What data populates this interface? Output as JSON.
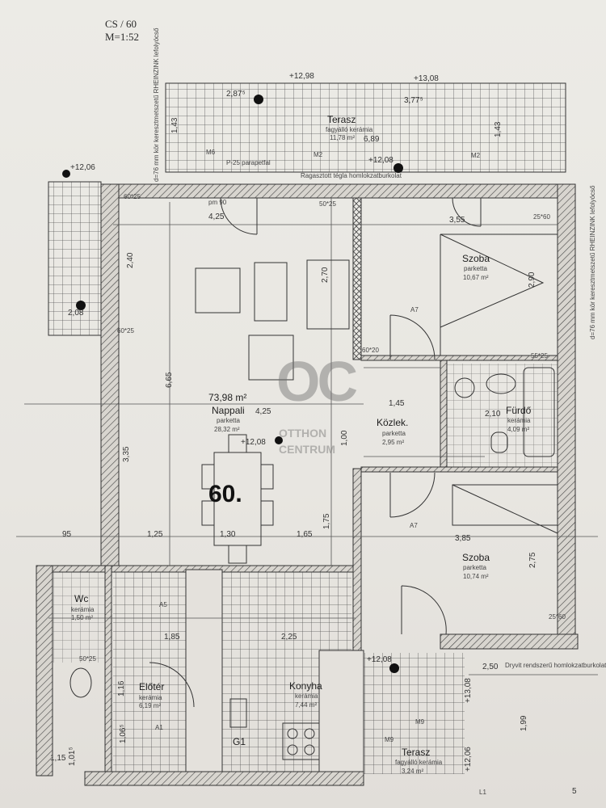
{
  "header": {
    "sheet": "CS / 60",
    "scale": "M=1:52"
  },
  "apartment": {
    "number": "60.",
    "total_area": "73,98 m²"
  },
  "watermark": {
    "logo": "OC",
    "line1": "OTTHON",
    "line2": "CENTRUM"
  },
  "rooms": [
    {
      "name": "Terasz",
      "floor": "fagyálló kerámia",
      "area": "11,78 m²"
    },
    {
      "name": "Nappali",
      "floor": "parketta",
      "area": "28,32 m²"
    },
    {
      "name": "Szoba",
      "floor": "parketta",
      "area": "10,67 m²"
    },
    {
      "name": "Közlek.",
      "floor": "parketta",
      "area": "2,95 m²"
    },
    {
      "name": "Fürdő",
      "floor": "kerámia",
      "area": "4,09 m²"
    },
    {
      "name": "Szoba",
      "floor": "parketta",
      "area": "10,74 m²"
    },
    {
      "name": "Wc",
      "floor": "kerámia",
      "area": "1,50 m²"
    },
    {
      "name": "Előtér",
      "floor": "kerámia",
      "area": "6,19 m²"
    },
    {
      "name": "Konyha",
      "floor": "kerámia",
      "area": "7,44 m²"
    },
    {
      "name": "Terasz",
      "floor": "fagyálló kerámia",
      "area": "3,24 m²"
    }
  ],
  "levels": [
    "+12,98",
    "+12,06",
    "+13,08",
    "+12,08",
    "+12,08",
    "+12,08",
    "+13,08",
    "+12,06"
  ],
  "dimensions": [
    "2,87⁵",
    "3,77⁵",
    "1,43",
    "1,43",
    "6,89",
    "4,25",
    "3,55",
    "2,40",
    "2,70",
    "2,90",
    "6,65",
    "4,25",
    "3,35",
    "1,00",
    "1,75",
    "1,45",
    "2,10",
    "3,85",
    "2,75",
    "1,25",
    "1,30",
    "1,65",
    "95",
    "1,85",
    "2,25",
    "1,16",
    "2,50",
    "1,99",
    "1,15",
    "1,01⁵",
    "1,06⁵",
    "2,08"
  ],
  "wall_notes": [
    "60*25",
    "50*25",
    "25*60",
    "55*25",
    "60*20",
    "60*25",
    "25*60",
    "50*25"
  ],
  "tags": [
    "M2",
    "M2",
    "M6",
    "A7",
    "A7",
    "A1",
    "A5",
    "M9",
    "M9",
    "G1",
    "L1"
  ],
  "notes": {
    "downpipe": "d=76 mm kör keresztmetszetű RHEINZINK lefolyócső",
    "railing": "Ragasztott tégla homlokzatburkolat",
    "parapet": "P-25 parapetfal",
    "dryvit": "Dryvit rendszerű homlokzatburkolat",
    "pm": "pm 90",
    "page": "5"
  }
}
